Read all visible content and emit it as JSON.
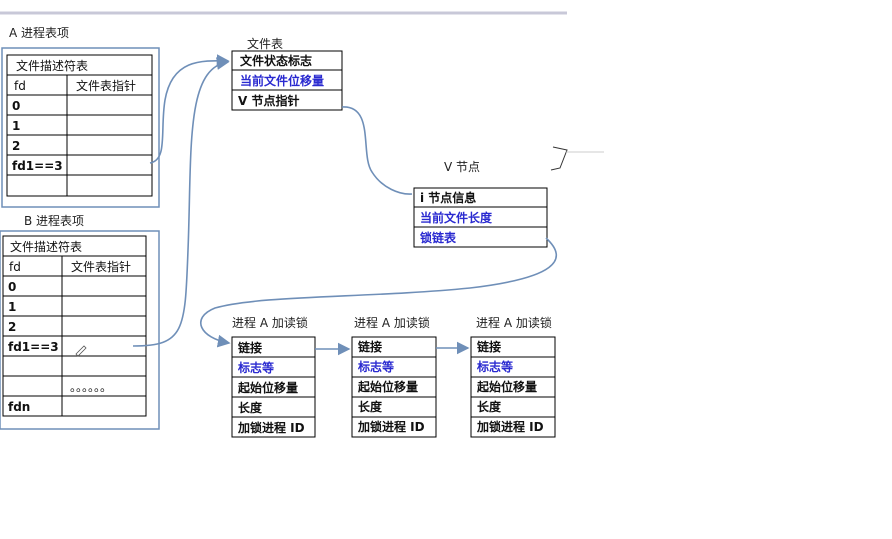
{
  "process_a": {
    "title": "A 进程表项",
    "table_title": "文件描述符表",
    "col_fd": "fd",
    "col_ptr": "文件表指针",
    "rows": [
      "0",
      "1",
      "2",
      "fd1==3"
    ]
  },
  "process_b": {
    "title": "B 进程表项",
    "table_title": "文件描述符表",
    "col_fd": "fd",
    "col_ptr": "文件表指针",
    "rows": [
      "0",
      "1",
      "2",
      "fd1==3",
      "",
      "fdn"
    ],
    "ellipsis": "。。。。。。"
  },
  "file_table": {
    "title": "文件表",
    "rows": [
      "文件状态标志",
      "当前文件位移量",
      "V 节点指针"
    ]
  },
  "vnode": {
    "title": "V 节点",
    "rows": [
      "i 节点信息",
      "当前文件长度",
      "锁链表"
    ]
  },
  "locks": [
    {
      "title": "进程 A 加读锁",
      "rows": [
        "链接",
        "标志等",
        "起始位移量",
        "长度",
        "加锁进程 ID"
      ]
    },
    {
      "title": "进程 A 加读锁",
      "rows": [
        "链接",
        "标志等",
        "起始位移量",
        "长度",
        "加锁进程 ID"
      ]
    },
    {
      "title": "进程 A 加读锁",
      "rows": [
        "链接",
        "标志等",
        "起始位移量",
        "长度",
        "加锁进程 ID"
      ]
    }
  ]
}
